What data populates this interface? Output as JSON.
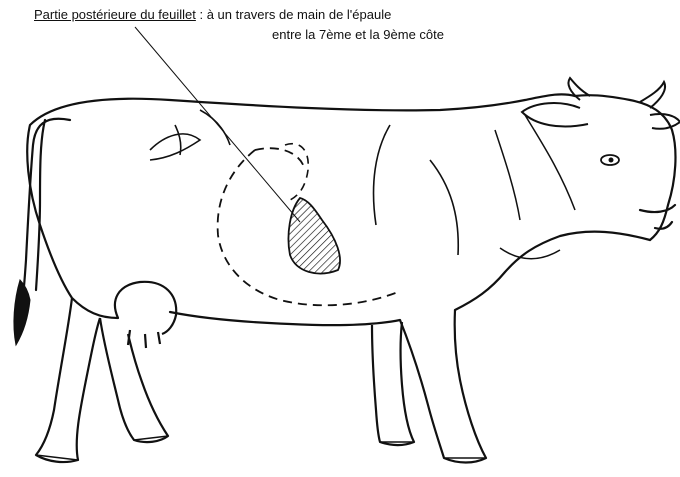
{
  "annotation": {
    "term": "Partie postérieure du feuillet",
    "separator": " : ",
    "description_line1": "à un travers de main de l'épaule",
    "description_line2": "entre la 7ème et la 9ème côte"
  },
  "colors": {
    "ink": "#111111",
    "background": "#ffffff"
  },
  "figure": {
    "subject": "cow-side-view",
    "highlighted_region": "feuillet-posterior-area",
    "highlight_fill": "diagonal-hatching"
  }
}
